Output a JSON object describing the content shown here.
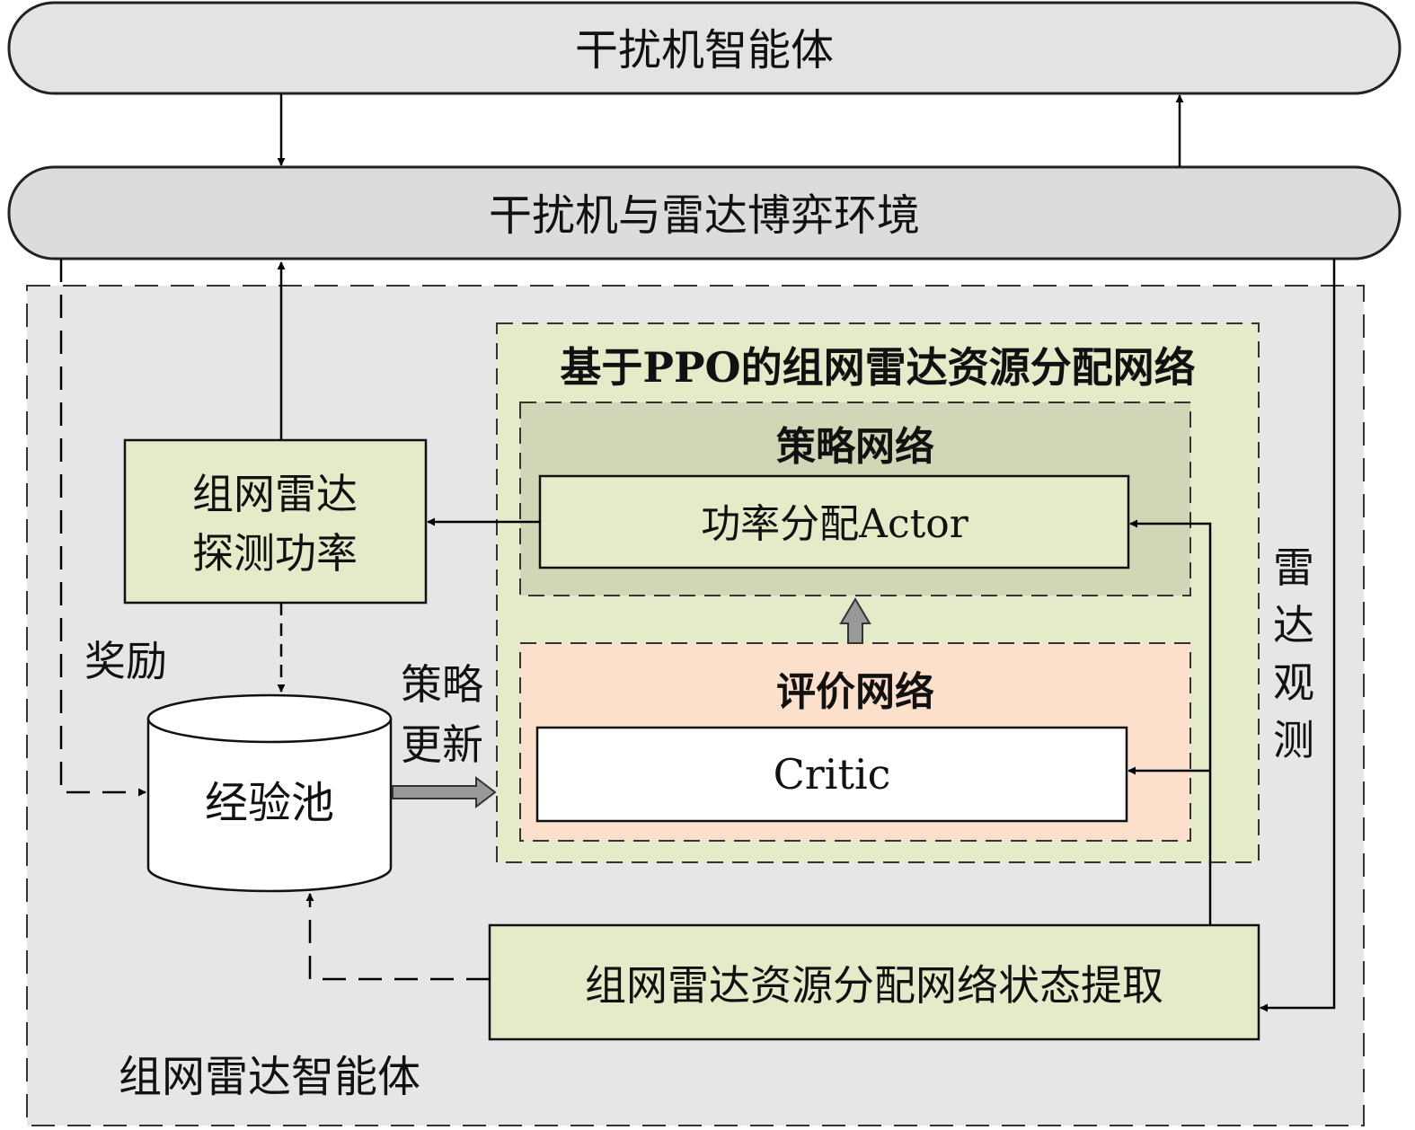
{
  "top_agent": {
    "label": "干扰机智能体"
  },
  "environment": {
    "label": "干扰机与雷达博弈环境"
  },
  "radar_agent": {
    "label": "组网雷达智能体"
  },
  "ppo_network": {
    "title": "基于PPO的组网雷达资源分配网络"
  },
  "policy_network": {
    "title": "策略网络",
    "actor_label": "功率分配Actor"
  },
  "critic_network": {
    "title": "评价网络",
    "critic_label": "Critic"
  },
  "detect_power": {
    "line1": "组网雷达",
    "line2": "探测功率"
  },
  "replay_pool": {
    "label": "经验池"
  },
  "state_extract": {
    "label": "组网雷达资源分配网络状态提取"
  },
  "labels": {
    "reward": "奖励",
    "policy_update_1": "策略",
    "policy_update_2": "更新",
    "radar_obs": [
      "雷",
      "达",
      "观",
      "测"
    ]
  },
  "colors": {
    "capsule_fill": "#e3e3e3",
    "agent_region_fill": "#e6e6e6",
    "green_fill": "#e3ebc9",
    "policy_fill": "#d1d7b6",
    "critic_fill": "#fde0cc",
    "white_fill": "#ffffff"
  }
}
